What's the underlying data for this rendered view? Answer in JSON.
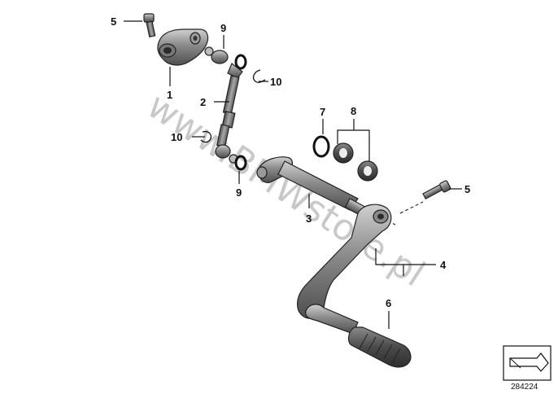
{
  "callouts": {
    "c1": "1",
    "c2": "2",
    "c3": "3",
    "c4": "4",
    "c5a": "5",
    "c5b": "5",
    "c6": "6",
    "c7": "7",
    "c8": "8",
    "c9a": "9",
    "c9b": "9",
    "c10a": "10",
    "c10b": "10"
  },
  "watermark": "www.BMWstore.pl",
  "reference": {
    "number": "284224"
  },
  "colors": {
    "metal_dark": "#5c5c5c",
    "metal_mid": "#8c8c8c",
    "metal_light": "#c4c4c4",
    "rubber": "#4a4a4a"
  }
}
